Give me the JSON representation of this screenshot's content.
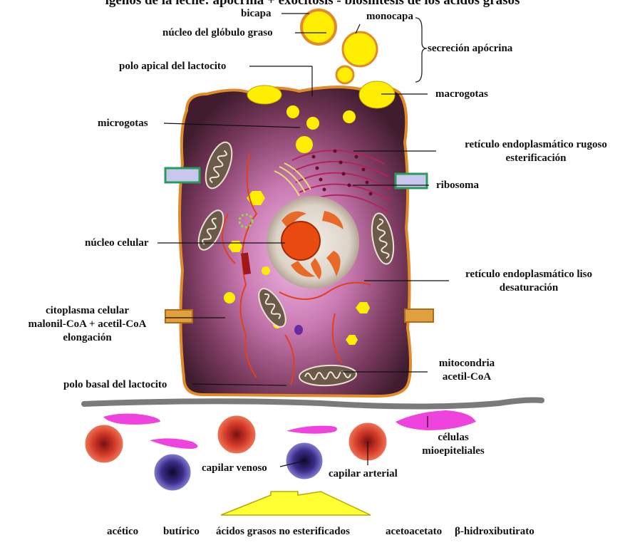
{
  "title": "ígenos de la leche: apocrina + exocitosis - biosíntesis de los ácidos grasos",
  "labels": {
    "bicapa": "bicapa",
    "nucleo_globulo": "núcleo del glóbulo graso",
    "monocapa": "monocapa",
    "secrecion": "secreción apócrina",
    "polo_apical": "polo apical del lactocito",
    "macrogotas": "macrogotas",
    "microgotas": "microgotas",
    "rer_line1": "retículo endoplasmático rugoso",
    "rer_line2": "esterificación",
    "ribosoma": "ribosoma",
    "nucleo_celular": "núcleo celular",
    "rel_line1": "retículo endoplasmático liso",
    "rel_line2": "desaturación",
    "citoplasma_line1": "citoplasma celular",
    "citoplasma_line2": "malonil-CoA  +  acetil-CoA",
    "citoplasma_line3": "elongación",
    "mitocondria_line1": "mitocondria",
    "mitocondria_line2": "acetil-CoA",
    "polo_basal": "polo basal del lactocito",
    "celulas_line1": "células",
    "celulas_line2": "mioepiteliales",
    "capilar_venoso": "capilar  venoso",
    "capilar_arterial": "capilar arterial"
  },
  "precursors": [
    "acético",
    "butírico",
    "ácidos grasos no esterificados",
    "acetoacetato",
    "β-hidroxibutirato"
  ],
  "colors": {
    "cell_membrane": "#e08a2a",
    "cytoplasm_dark": "#4a1f33",
    "cytoplasm_light": "#e9a9d8",
    "lipid_droplet": "#ffee00",
    "nucleus_envelope": "#d8d0c4",
    "nucleolus": "#e84a10",
    "mitochondria": "#6b5a4a",
    "er": "#b3245e",
    "arterial_capillary": "#d93a2a",
    "venous_capillary": "#3a2a8a",
    "myoepithelial": "#ee44dd",
    "arrow": "#ffff33"
  }
}
